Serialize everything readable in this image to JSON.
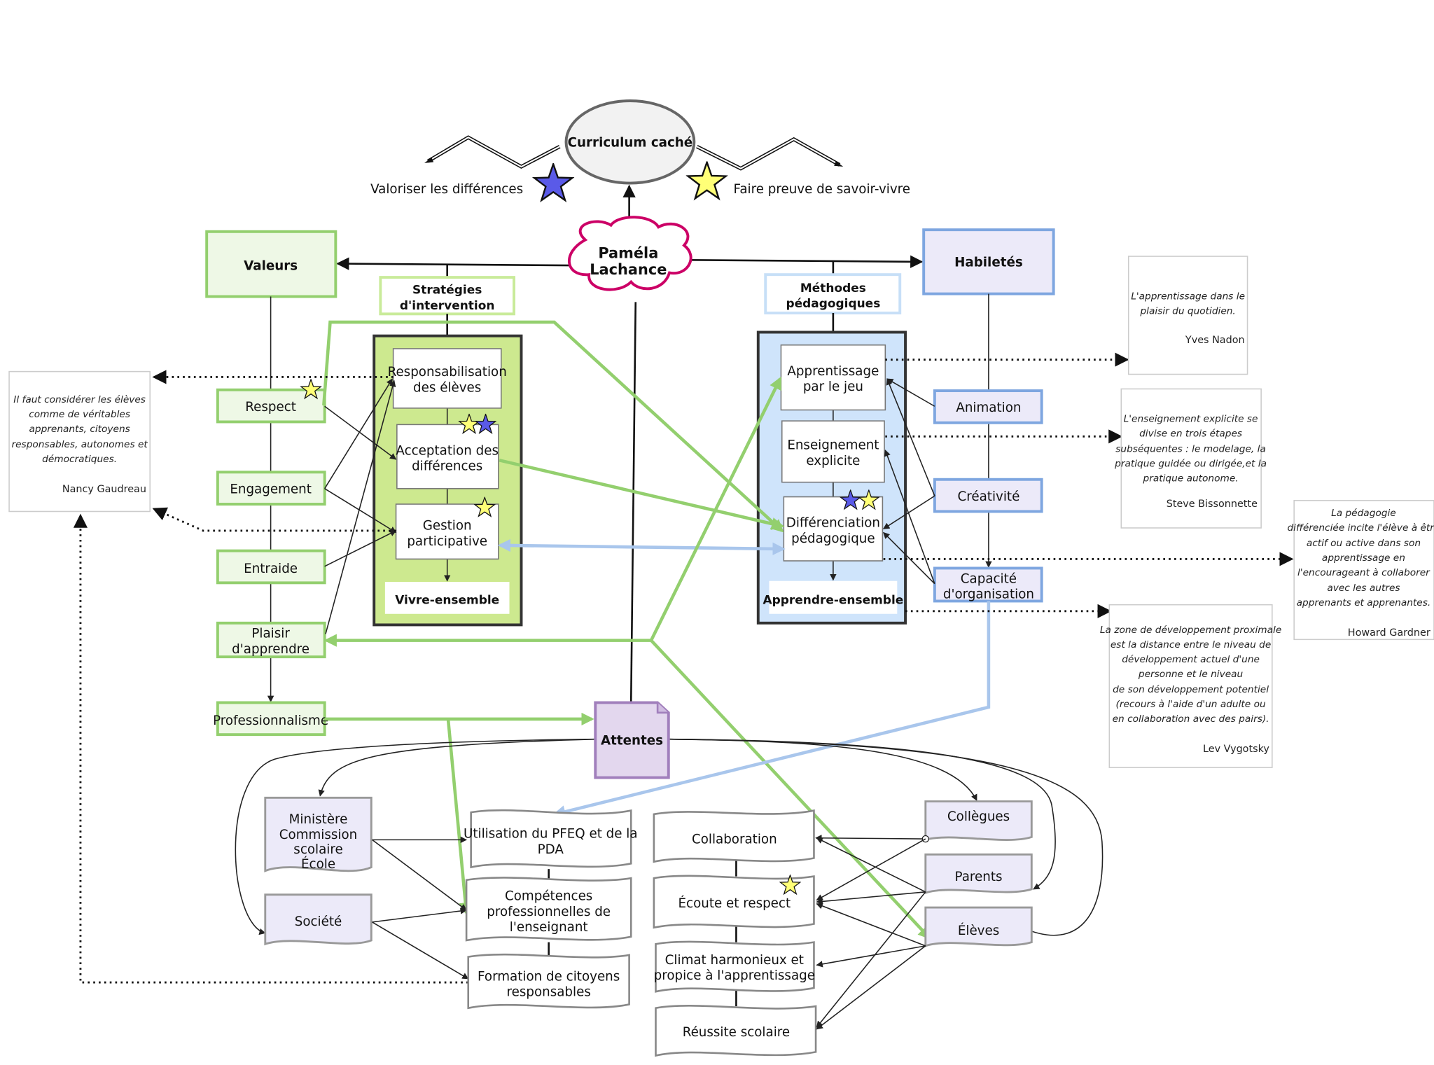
{
  "curriculum": "Curriculum caché",
  "curriculum_values": {
    "left": "Valoriser les différences",
    "right": "Faire preuve de savoir-vivre"
  },
  "center": {
    "line1": "Paméla",
    "line2": "Lachance"
  },
  "valeurs": {
    "title": "Valeurs",
    "items": [
      "Respect",
      "Engagement",
      "Entraide",
      [
        "Plaisir",
        "d'apprendre"
      ],
      "Professionnalisme"
    ]
  },
  "strategies": {
    "title": [
      "Stratégies",
      "d'intervention"
    ],
    "items": [
      [
        "Responsabilisation",
        "des élèves"
      ],
      [
        "Acceptation des",
        "différences"
      ],
      [
        "Gestion",
        "participative"
      ]
    ],
    "footer": "Vivre-ensemble"
  },
  "methodes": {
    "title": [
      "Méthodes",
      "pédagogiques"
    ],
    "items": [
      [
        "Apprentissage",
        "par le jeu"
      ],
      [
        "Enseignement",
        "explicite"
      ],
      [
        "Différenciation",
        "pédagogique"
      ]
    ],
    "footer": "Apprendre-ensemble"
  },
  "habiletes": {
    "title": "Habiletés",
    "items": [
      "Animation",
      "Créativité",
      [
        "Capacité",
        "d'organisation"
      ]
    ]
  },
  "attentes": "Attentes",
  "sources_left": {
    "ministere": [
      "Ministère",
      "Commission",
      "scolaire",
      "École"
    ],
    "societe": "Société"
  },
  "attentes_items": [
    [
      "Utilisation du PFEQ et de la",
      "PDA"
    ],
    [
      "Compétences",
      "professionnelles de",
      "l'enseignant"
    ],
    [
      "Formation de citoyens",
      "responsables"
    ]
  ],
  "outcomes": [
    "Collaboration",
    "Écoute et respect",
    [
      "Climat harmonieux et",
      "propice à l'apprentissage"
    ],
    "Réussite scolaire"
  ],
  "sources_right": [
    "Collègues",
    "Parents",
    "Élèves"
  ],
  "quotes": {
    "gaudreau": {
      "text": [
        "Il faut considérer les élèves",
        "comme de véritables",
        "apprenants, citoyens",
        "responsables, autonomes et",
        "démocratiques."
      ],
      "author": "Nancy Gaudreau"
    },
    "nadon": {
      "text": [
        "L'apprentissage dans le",
        "plaisir du quotidien."
      ],
      "author": "Yves Nadon"
    },
    "bissonnette": {
      "text": [
        "L'enseignement explicite se",
        "divise en trois étapes",
        "subséquentes : le modelage, la",
        "pratique guidée ou dirigée,et la",
        "pratique autonome."
      ],
      "author": "Steve Bissonnette"
    },
    "gardner": {
      "text": [
        "La pédagogie",
        "différenciée incite l'élève à être",
        "actif ou active dans son",
        "apprentissage en",
        "l'encourageant à collaborer",
        "avec les autres",
        "apprenants et apprenantes."
      ],
      "author": "Howard Gardner"
    },
    "vygotsky": {
      "text": [
        "La zone de développement proximale",
        "est la distance entre le niveau de",
        "développement actuel d'une",
        "personne et le niveau",
        "de son développement potentiel",
        "(recours à l'aide d'un adulte ou",
        "en collaboration avec des pairs)."
      ],
      "author": "Lev Vygotsky"
    }
  },
  "colors": {
    "green_border": "#93cf6e",
    "green_fill": "#cde98f",
    "blue_border": "#7ea6e0",
    "blue_fill": "#cfe4fb",
    "purple": "#a17fbc",
    "purple_fill": "#e3d7ee",
    "lavender_fill": "#eceaf9",
    "magenta": "#cc0066",
    "star_blue": "#5a5ae8",
    "star_yellow": "#ffff77"
  }
}
